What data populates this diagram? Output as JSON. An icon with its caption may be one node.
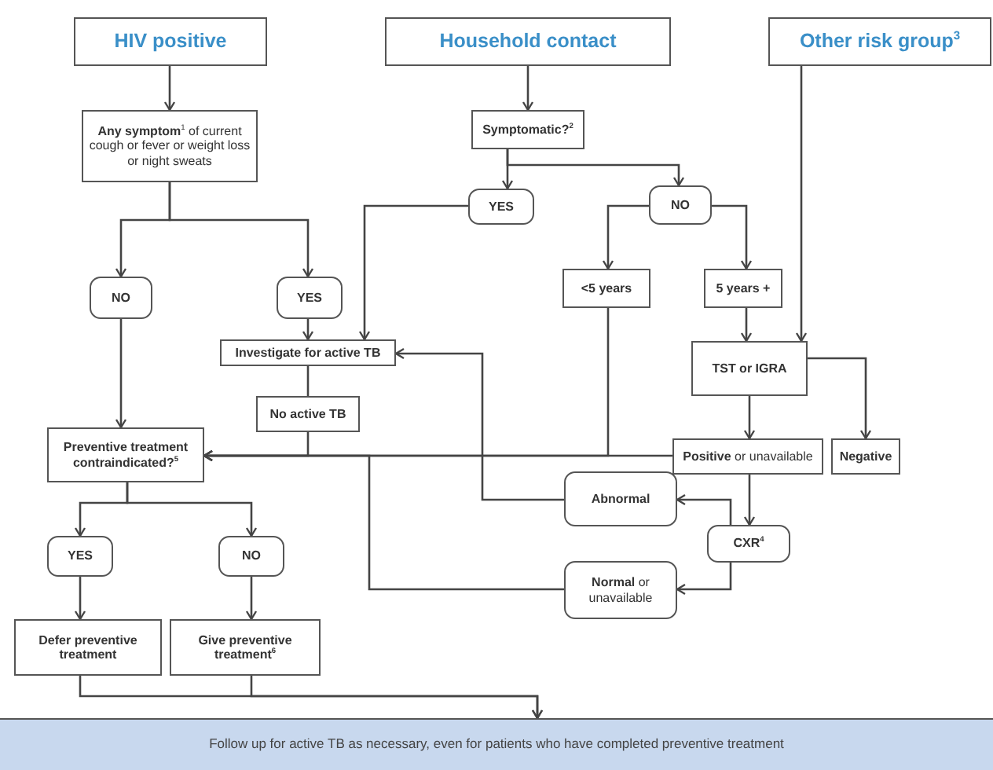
{
  "diagram": {
    "nodes": [
      {
        "text": [
          "HIV positive"
        ]
      },
      {
        "text": [
          "Household contact"
        ]
      },
      {
        "text": [
          "Other risk group$^{3}$"
        ]
      },
      {
        "text": [
          "**Any symptom**$^{1}$ of current cough or fever or weight loss or night sweats"
        ]
      },
      {
        "text": [
          "Symptomatic?$^{2}$"
        ]
      },
      {
        "text": [
          "YES"
        ]
      },
      {
        "text": [
          "NO"
        ]
      },
      {
        "text": [
          "<5 years"
        ]
      },
      {
        "text": [
          "5 years +"
        ]
      },
      {
        "text": [
          "TST or IGRA"
        ]
      },
      {
        "text": [
          "**Positive** or unavailable"
        ]
      },
      {
        "text": [
          "Negative"
        ]
      },
      {
        "text": [
          "CXR$^{4}$"
        ]
      },
      {
        "text": [
          "Abnormal"
        ]
      },
      {
        "text": [
          "**Normal** or unavailable"
        ]
      },
      {
        "text": [
          "NO"
        ]
      },
      {
        "text": [
          "YES"
        ]
      },
      {
        "text": [
          "Investigate for active TB"
        ]
      },
      {
        "text": [
          "No active TB"
        ]
      },
      {
        "text": [
          "Preventive treatment contraindicated?$^{5}$"
        ]
      },
      {
        "text": [
          "YES"
        ]
      },
      {
        "text": [
          "NO"
        ]
      },
      {
        "text": [
          "Defer preventive treatment"
        ]
      },
      {
        "text": [
          "Give preventive treatment$^{6}$"
        ]
      },
      {
        "text": [
          "Follow up for active TB as necessary, even for patients who have completed preventive treatment"
        ]
      }
    ],
    "edges": [
      {
        "from": 0,
        "to": 3,
        "arrow": "to"
      },
      {
        "from": 1,
        "to": 4,
        "arrow": "to"
      },
      {
        "from": 2,
        "to": 9,
        "arrow": "to"
      },
      {
        "from": 3,
        "to": 15,
        "arrow": "to"
      },
      {
        "from": 3,
        "to": 16,
        "arrow": "to"
      },
      {
        "from": 4,
        "to": 5,
        "arrow": "to"
      },
      {
        "from": 4,
        "to": 6,
        "arrow": "to"
      },
      {
        "from": 6,
        "to": 7,
        "arrow": "to"
      },
      {
        "from": 6,
        "to": 8,
        "arrow": "to"
      },
      {
        "from": 5,
        "to": 17,
        "arrow": "to"
      },
      {
        "from": 16,
        "to": 17,
        "arrow": "to"
      },
      {
        "from": 17,
        "to": 18,
        "arrow": "none"
      },
      {
        "from": 8,
        "to": 9,
        "arrow": "to"
      },
      {
        "from": 9,
        "to": 10,
        "arrow": "to"
      },
      {
        "from": 9,
        "to": 11,
        "arrow": "to"
      },
      {
        "from": 10,
        "to": 19,
        "arrow": "to"
      },
      {
        "from": 7,
        "to": 19,
        "arrow": "to"
      },
      {
        "from": 18,
        "to": 19,
        "arrow": "to"
      },
      {
        "from": 10,
        "to": 12,
        "arrow": "to"
      },
      {
        "from": 12,
        "to": 13,
        "arrow": "to"
      },
      {
        "from": 12,
        "to": 14,
        "arrow": "to"
      },
      {
        "from": 13,
        "to": 17,
        "arrow": "to"
      },
      {
        "from": 14,
        "to": 19,
        "arrow": "to"
      },
      {
        "from": 15,
        "to": 19,
        "arrow": "to"
      },
      {
        "from": 19,
        "to": 20,
        "arrow": "to"
      },
      {
        "from": 19,
        "to": 21,
        "arrow": "to"
      },
      {
        "from": 20,
        "to": 22,
        "arrow": "to"
      },
      {
        "from": 21,
        "to": 23,
        "arrow": "to"
      },
      {
        "from": 22,
        "to": 24,
        "arrow": "to"
      },
      {
        "from": 23,
        "to": 24,
        "arrow": "to"
      }
    ]
  }
}
